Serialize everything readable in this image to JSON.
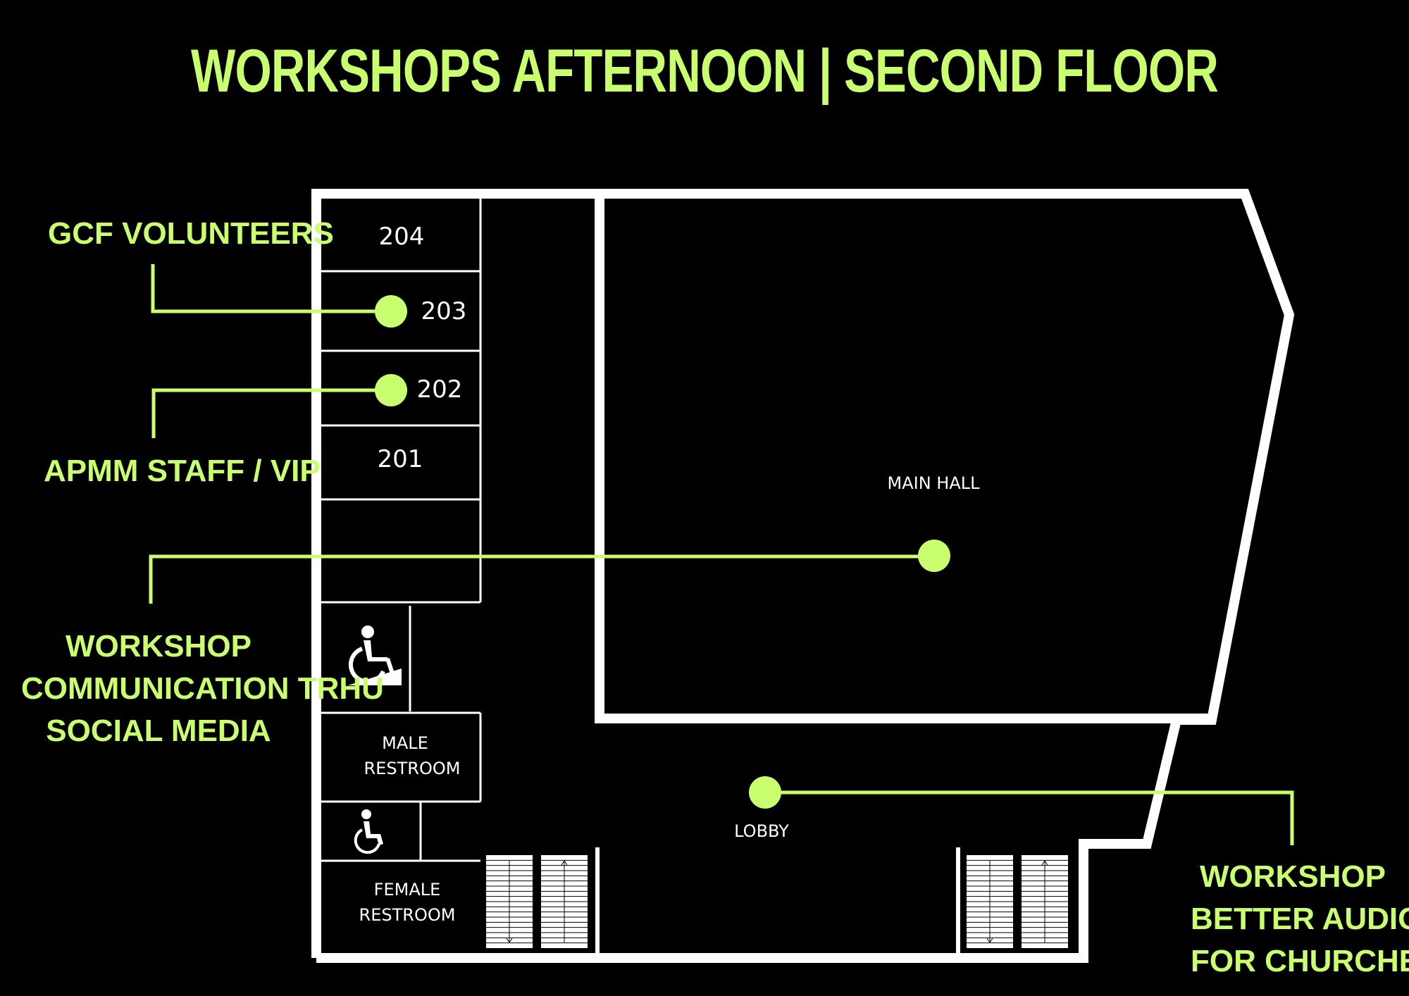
{
  "title": "WORKSHOPS AFTERNOON | SECOND FLOOR",
  "colors": {
    "accent": "#c9ff6e",
    "walls": "#ffffff",
    "background": "#000000",
    "text": "#ffffff"
  },
  "rooms": {
    "r204": "204",
    "r203": "203",
    "r202": "202",
    "r201": "201",
    "main_hall": "MAIN HALL",
    "lobby": "LOBBY",
    "male_restroom": [
      "MALE",
      "RESTROOM"
    ],
    "female_restroom": [
      "FEMALE",
      "RESTROOM"
    ]
  },
  "callouts": {
    "gcf_volunteers": [
      "GCF VOLUNTEERS"
    ],
    "apmm_staff": [
      "APMM STAFF / VIP"
    ],
    "social_media": [
      "WORKSHOP",
      "COMMUNICATION TRHU",
      "SOCIAL MEDIA"
    ],
    "better_audio": [
      "WORKSHOP",
      "BETTER AUDIO",
      "FOR CHURCHES"
    ]
  },
  "icons": {
    "accessible_ramp": "wheelchair-ramp-icon",
    "accessible_restroom": "wheelchair-icon",
    "stairs_down": "stairs-down-icon",
    "stairs_up": "stairs-up-icon"
  }
}
